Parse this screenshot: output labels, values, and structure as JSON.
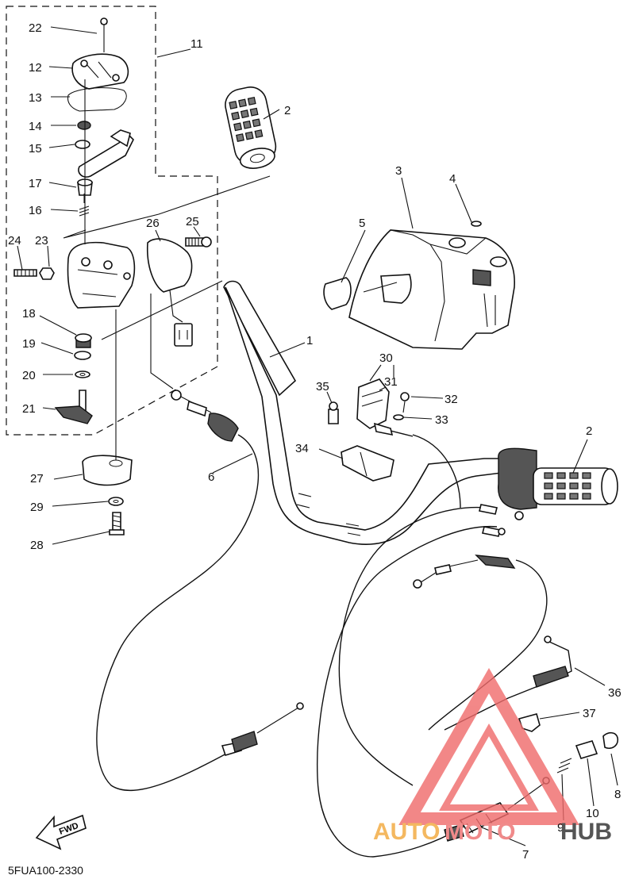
{
  "callouts": [
    {
      "id": "c1",
      "label": "1"
    },
    {
      "id": "c2a",
      "label": "2"
    },
    {
      "id": "c2b",
      "label": "2"
    },
    {
      "id": "c3",
      "label": "3"
    },
    {
      "id": "c4",
      "label": "4"
    },
    {
      "id": "c5",
      "label": "5"
    },
    {
      "id": "c6",
      "label": "6"
    },
    {
      "id": "c7",
      "label": "7"
    },
    {
      "id": "c8",
      "label": "8"
    },
    {
      "id": "c9",
      "label": "9"
    },
    {
      "id": "c10",
      "label": "10"
    },
    {
      "id": "c11",
      "label": "11"
    },
    {
      "id": "c12",
      "label": "12"
    },
    {
      "id": "c13",
      "label": "13"
    },
    {
      "id": "c14",
      "label": "14"
    },
    {
      "id": "c15",
      "label": "15"
    },
    {
      "id": "c16",
      "label": "16"
    },
    {
      "id": "c17",
      "label": "17"
    },
    {
      "id": "c18",
      "label": "18"
    },
    {
      "id": "c19",
      "label": "19"
    },
    {
      "id": "c20",
      "label": "20"
    },
    {
      "id": "c21",
      "label": "21"
    },
    {
      "id": "c22",
      "label": "22"
    },
    {
      "id": "c23",
      "label": "23"
    },
    {
      "id": "c24",
      "label": "24"
    },
    {
      "id": "c25",
      "label": "25"
    },
    {
      "id": "c26",
      "label": "26"
    },
    {
      "id": "c27",
      "label": "27"
    },
    {
      "id": "c28",
      "label": "28"
    },
    {
      "id": "c29",
      "label": "29"
    },
    {
      "id": "c30",
      "label": "30"
    },
    {
      "id": "c31",
      "label": "31"
    },
    {
      "id": "c32",
      "label": "32"
    },
    {
      "id": "c33",
      "label": "33"
    },
    {
      "id": "c34",
      "label": "34"
    },
    {
      "id": "c35",
      "label": "35"
    },
    {
      "id": "c36",
      "label": "36"
    },
    {
      "id": "c37",
      "label": "37"
    }
  ],
  "fwd_label": "FWD",
  "diagram_code": "5FUA100-2330",
  "watermark": {
    "text_auto": "AUTO",
    "text_moto": "MOTO",
    "text_hub": "HUB",
    "color_auto": "#f4b860",
    "color_moto": "#f08a8a",
    "color_hub": "#555555",
    "logo_color": "#f06a6a"
  }
}
